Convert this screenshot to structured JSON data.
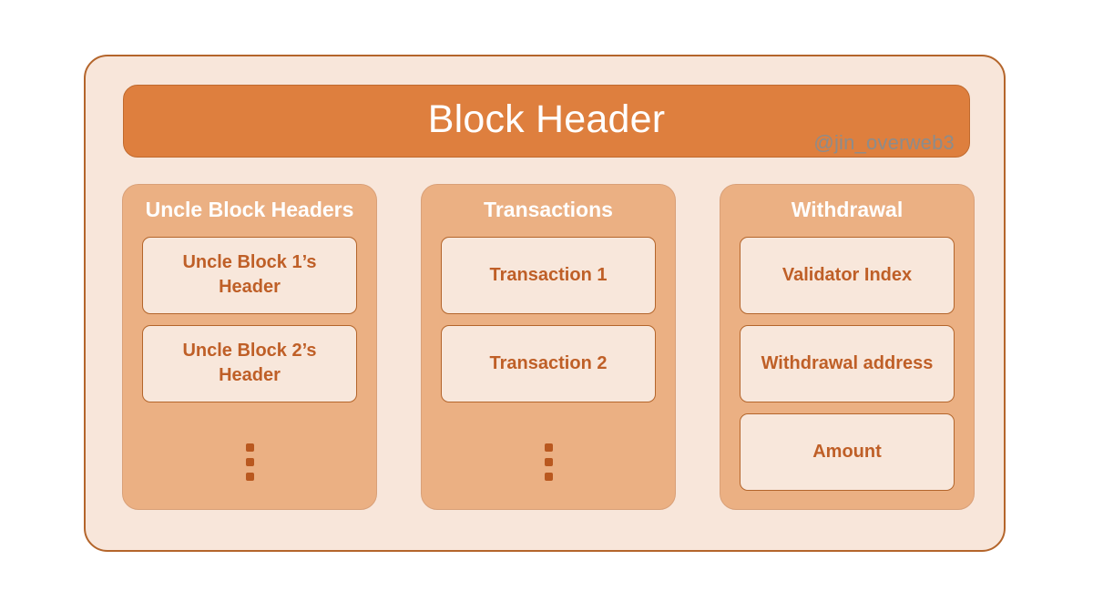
{
  "diagram": {
    "header": {
      "title": "Block Header",
      "watermark": "@jin_overweb3"
    },
    "columns": [
      {
        "title": "Uncle Block Headers",
        "items": [
          "Uncle Block 1’s Header",
          "Uncle Block 2’s Header"
        ],
        "has_ellipsis": true,
        "ellipsis_glyph": "vertical-ellipsis"
      },
      {
        "title": "Transactions",
        "items": [
          "Transaction 1",
          "Transaction 2"
        ],
        "has_ellipsis": true,
        "ellipsis_glyph": "vertical-ellipsis"
      },
      {
        "title": "Withdrawal",
        "items": [
          "Validator Index",
          "Withdrawal address",
          "Amount"
        ],
        "has_ellipsis": false,
        "ellipsis_glyph": ""
      }
    ]
  },
  "colors": {
    "page_background": "#FFFFFF",
    "container_fill": "#F8E6DA",
    "container_border": "#B4652B",
    "header_bar_fill": "#DE7F3E",
    "header_text": "#FFFFFF",
    "watermark_text": "#8C8C8C",
    "column_fill": "#EBB083",
    "column_title_text": "#FFFFFF",
    "card_fill": "#F8E7DB",
    "card_border": "#B4652B",
    "card_text": "#BF5F27",
    "ellipsis_dot": "#B9581F"
  }
}
